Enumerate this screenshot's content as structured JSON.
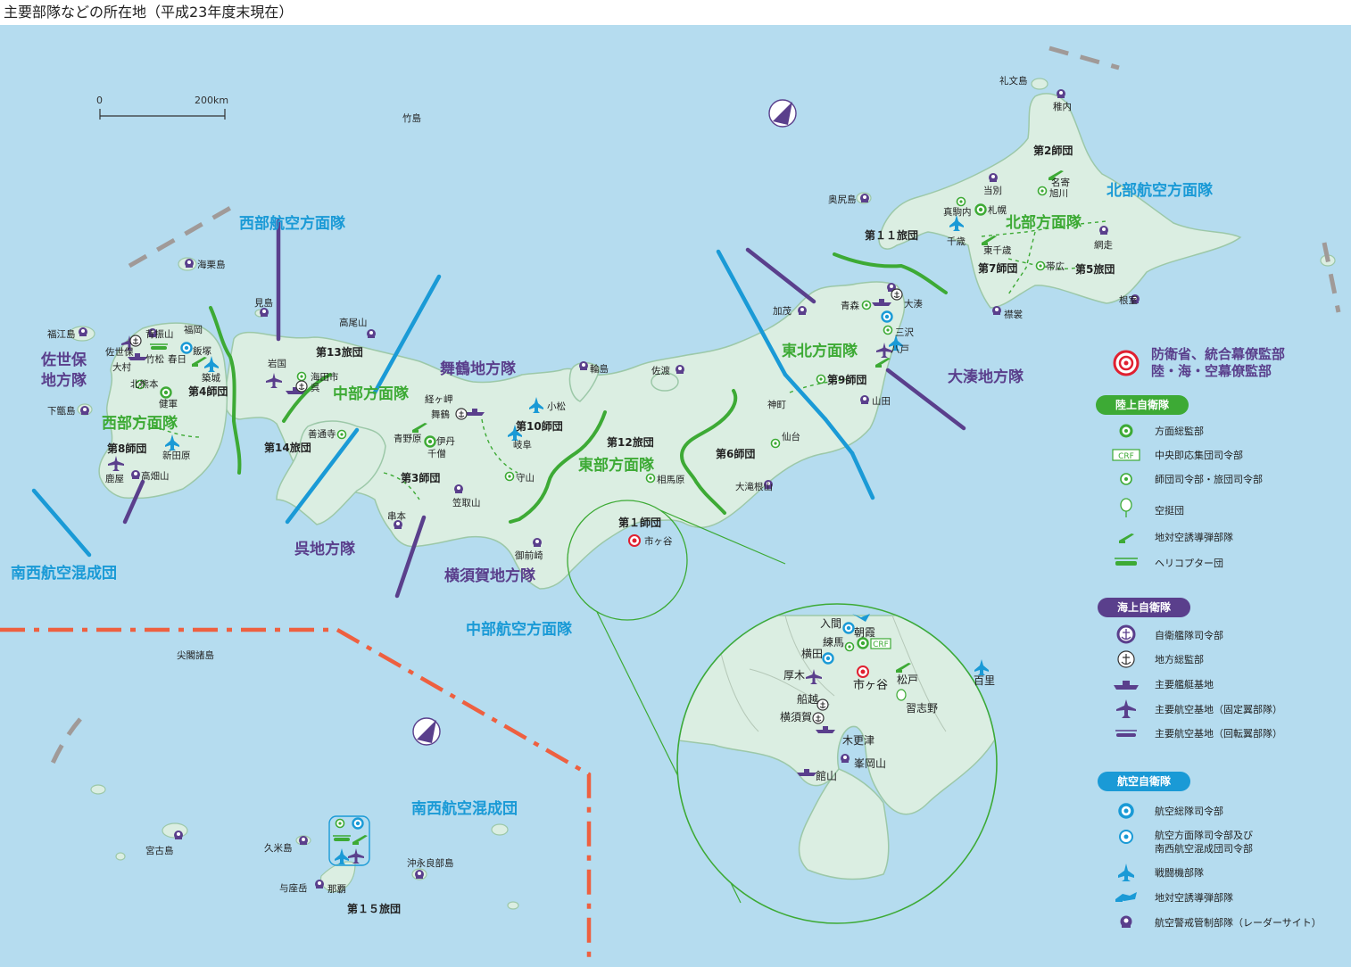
{
  "title": "主要部隊などの所在地（平成23年度末現在）",
  "scale": {
    "zero": "0",
    "max": "200km"
  },
  "colors": {
    "sea": "#b5dcef",
    "land": "#dbeee2",
    "coast": "#9cc8a8",
    "ground": "#3daa35",
    "maritime": "#5a3f8c",
    "air": "#1a9ad6",
    "boundary": "#ee6040"
  },
  "regions": {
    "hokubu_air": "北部航空方面隊",
    "seibu_air": "西部航空方面隊",
    "chubu_air": "中部航空方面隊",
    "nansei_air_1": "南西航空混成団",
    "nansei_air_2": "南西航空混成団",
    "ominato": "大湊地方隊",
    "maizuru": "舞鶴地方隊",
    "kure": "呉地方隊",
    "yokosuka": "横須賀地方隊",
    "sasebo_1": "佐世保",
    "sasebo_2": "地方隊",
    "hokubu_army": "北部方面隊",
    "tohoku_army": "東北方面隊",
    "tobu_army": "東部方面隊",
    "chubu_army": "中部方面隊",
    "seibu_army": "西部方面隊"
  },
  "units": {
    "d1": "第１師団",
    "d2": "第2師団",
    "d3": "第3師団",
    "d4": "第4師団",
    "d5": "第5旅団",
    "d6": "第6師団",
    "d7": "第7師団",
    "d8": "第8師団",
    "d9": "第9師団",
    "d10": "第10師団",
    "d11": "第１１旅団",
    "d12": "第12旅団",
    "d13": "第13旅団",
    "d14": "第14旅団",
    "d15": "第１５旅団"
  },
  "places": {
    "rebun": "礼文島",
    "wakkanai": "稚内",
    "nayoro": "名寄",
    "asahikawa": "旭川",
    "tobetsu": "当別",
    "okushiri": "奥尻島",
    "makomanai": "真駒内",
    "sapporo": "札幌",
    "chitose": "千歳",
    "higashichitose": "東千歳",
    "abashiri": "網走",
    "obihiro": "帯広",
    "erimo": "襟裳",
    "nemuro": "根室",
    "kamo": "加茂",
    "aomori": "青森",
    "ominato": "大湊",
    "misawa": "三沢",
    "hachinohe": "八戸",
    "jinmachi": "神町",
    "yamada": "山田",
    "sendai": "仙台",
    "otakineyama": "大滝根山",
    "wajima": "輪島",
    "sado": "佐渡",
    "komatsu": "小松",
    "gifu": "岐阜",
    "moriyama": "守山",
    "soumagahara": "相馬原",
    "ichigaya": "市ヶ谷",
    "omaezaki": "御前崎",
    "kasatoriyama": "笠取山",
    "kushimoto": "串本",
    "itami": "伊丹",
    "senzo": "千僧",
    "aonogahara": "青野原",
    "kyogamisaki": "経ヶ岬",
    "maizuru": "舞鶴",
    "takeshima": "竹島",
    "takaoyama": "高尾山",
    "mishima": "見島",
    "iwakuni": "岩国",
    "kaitaichi": "海田市",
    "kure": "呉",
    "zentsuji": "善通寺",
    "unagijima": "海栗島",
    "fukuejima": "福江島",
    "sefuriyama": "背振山",
    "fukuoka": "福岡",
    "sasebo": "佐世保",
    "omura": "大村",
    "takematsu": "竹松",
    "kasuga": "春日",
    "iizuka": "飯塚",
    "tsuiki": "築城",
    "kitakumamoto": "北熊本",
    "kengun": "健軍",
    "shimokoshiki": "下甑島",
    "nyutabaru": "新田原",
    "kanoya": "鹿屋",
    "takahatayama": "高畑山",
    "senkaku": "尖閣諸島",
    "miyakojima": "宮古島",
    "kumejima": "久米島",
    "okinoerabu": "沖永良部島",
    "yozadake": "与座岳",
    "naha": "那覇"
  },
  "inset": {
    "iruma": "入間",
    "asaka": "朝霞",
    "nerima": "練馬",
    "yokota": "横田",
    "atsugi": "厚木",
    "ichigaya": "市ヶ谷",
    "matsudo": "松戸",
    "hyakuri": "百里",
    "funakoshi": "船越",
    "yokosuka": "横須賀",
    "narashino": "習志野",
    "kisarazu": "木更津",
    "tateyama": "館山",
    "minenooka": "峯岡山",
    "crf": "CRF"
  },
  "legend": {
    "hq_line1": "防衛省、統合幕僚監部",
    "hq_line2": "陸・海・空幕僚監部",
    "gsdf": "陸上自衛隊",
    "gsdf_items": [
      "方面総監部",
      "中央即応集団司令部",
      "師団司令部・旅団司令部",
      "空挺団",
      "地対空誘導弾部隊",
      "ヘリコプター団"
    ],
    "msdf": "海上自衛隊",
    "msdf_items": [
      "自衛艦隊司令部",
      "地方総監部",
      "主要艦艇基地",
      "主要航空基地（固定翼部隊）",
      "主要航空基地（回転翼部隊）"
    ],
    "asdf": "航空自衛隊",
    "asdf_items": [
      "航空総隊司令部",
      "航空方面隊司令部及び",
      "南西航空混成団司令部",
      "戦闘機部隊",
      "地対空誘導弾部隊",
      "航空警戒管制部隊（レーダーサイト）"
    ],
    "crf": "CRF"
  }
}
